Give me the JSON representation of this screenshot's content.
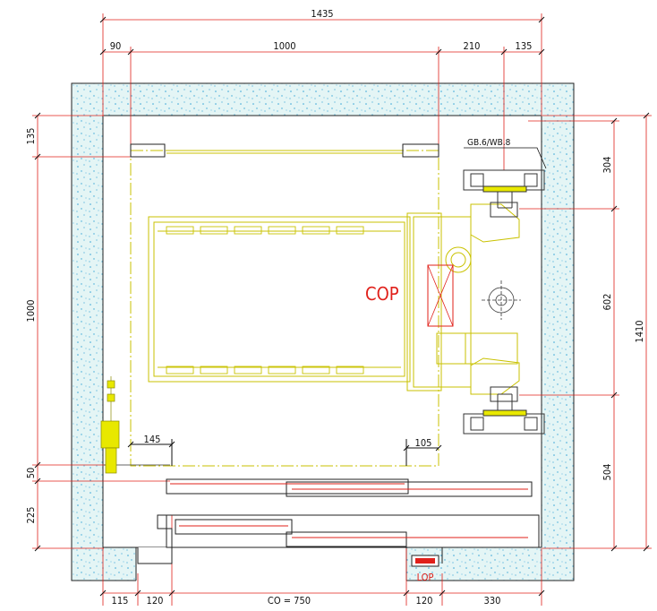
{
  "top_dims": {
    "overall": "1435",
    "left_gap": "90",
    "opening": "1000",
    "right_gap": "210",
    "right_end": "135"
  },
  "bottom_dims": {
    "a": "115",
    "b": "120",
    "co": "CO = 750",
    "c": "120",
    "d": "330"
  },
  "left_dims": {
    "top": "135",
    "car_depth": "1000",
    "sill": "50",
    "door_depth": "225"
  },
  "right_dims": {
    "r1": "304",
    "r2": "602",
    "r3": "504",
    "overall": "1410"
  },
  "inner_dims": {
    "left_clear": "145",
    "right_clear": "105"
  },
  "labels": {
    "rail": "GB.6/WB.8",
    "cop": "COP",
    "lop": "LOP"
  },
  "colors": {
    "accent_red": "#e0201a",
    "car_yellow": "#c9c200",
    "wall_fill": "#e2f4f4",
    "speckle": "#3aa6d8"
  }
}
